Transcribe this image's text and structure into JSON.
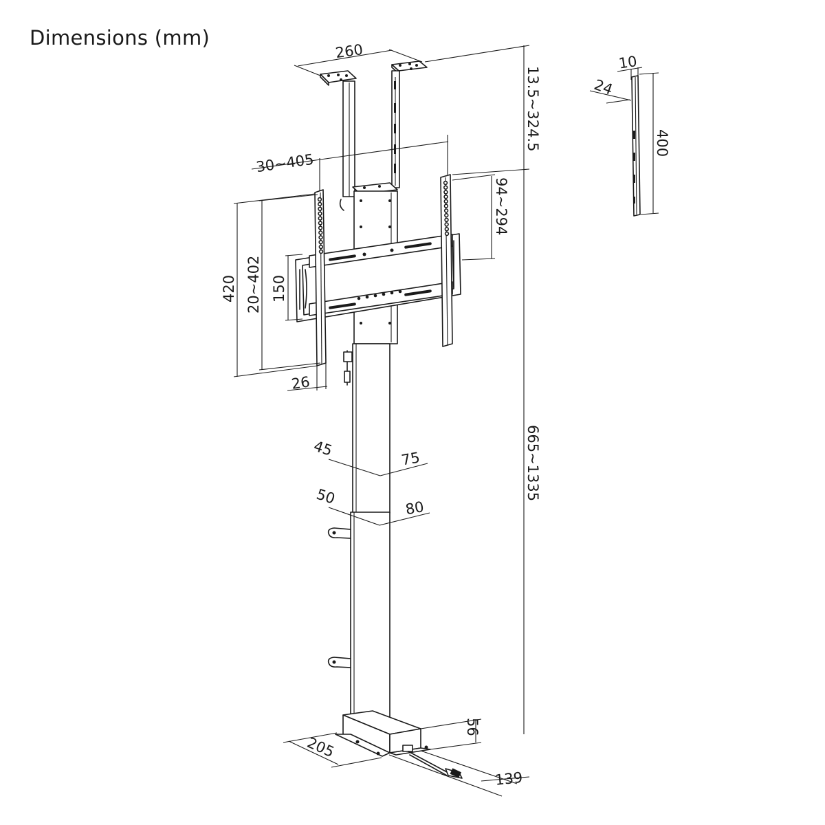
{
  "title": "Dimensions (mm)",
  "dimensions": {
    "ceiling_plate_spacing": "260",
    "ceiling_extension": "13.5~324.5",
    "bracket_width": "30~405",
    "bracket_vertical_adjust": "94~294",
    "arm_length": "420",
    "vesa_vertical": "20~402",
    "rail_height": "150",
    "arm_width": "26",
    "inner_tube_depth": "45",
    "inner_tube_width": "75",
    "outer_tube_depth": "50",
    "outer_tube_width": "80",
    "total_height": "665~1335",
    "base_depth": "205",
    "base_height": "56",
    "base_width": "139",
    "side_width": "10",
    "side_depth": "24",
    "side_height": "400"
  }
}
